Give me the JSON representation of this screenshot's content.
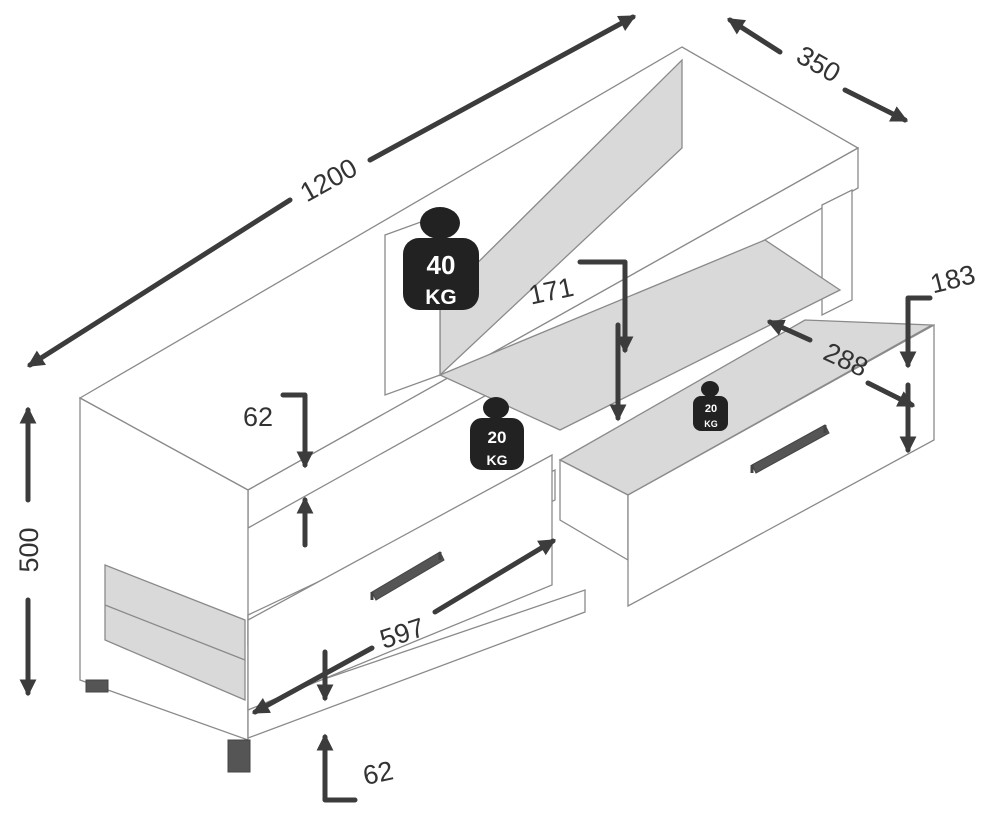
{
  "dimensions": {
    "width": "1200",
    "depth": "350",
    "height": "500",
    "top_shelf_thickness": "62",
    "shelf_gap": "171",
    "drawer_height": "183",
    "drawer_depth": "288",
    "drawer_width": "597",
    "base_height": "62"
  },
  "loads": {
    "top": {
      "value": "40",
      "unit": "KG"
    },
    "shelf": {
      "value": "20",
      "unit": "KG"
    },
    "drawer": {
      "value": "20",
      "unit": "KG"
    }
  },
  "colors": {
    "dimension_lines": "#3c3c3c",
    "weight_icon": "#222222",
    "furniture_edges": "#8a8a8a"
  }
}
